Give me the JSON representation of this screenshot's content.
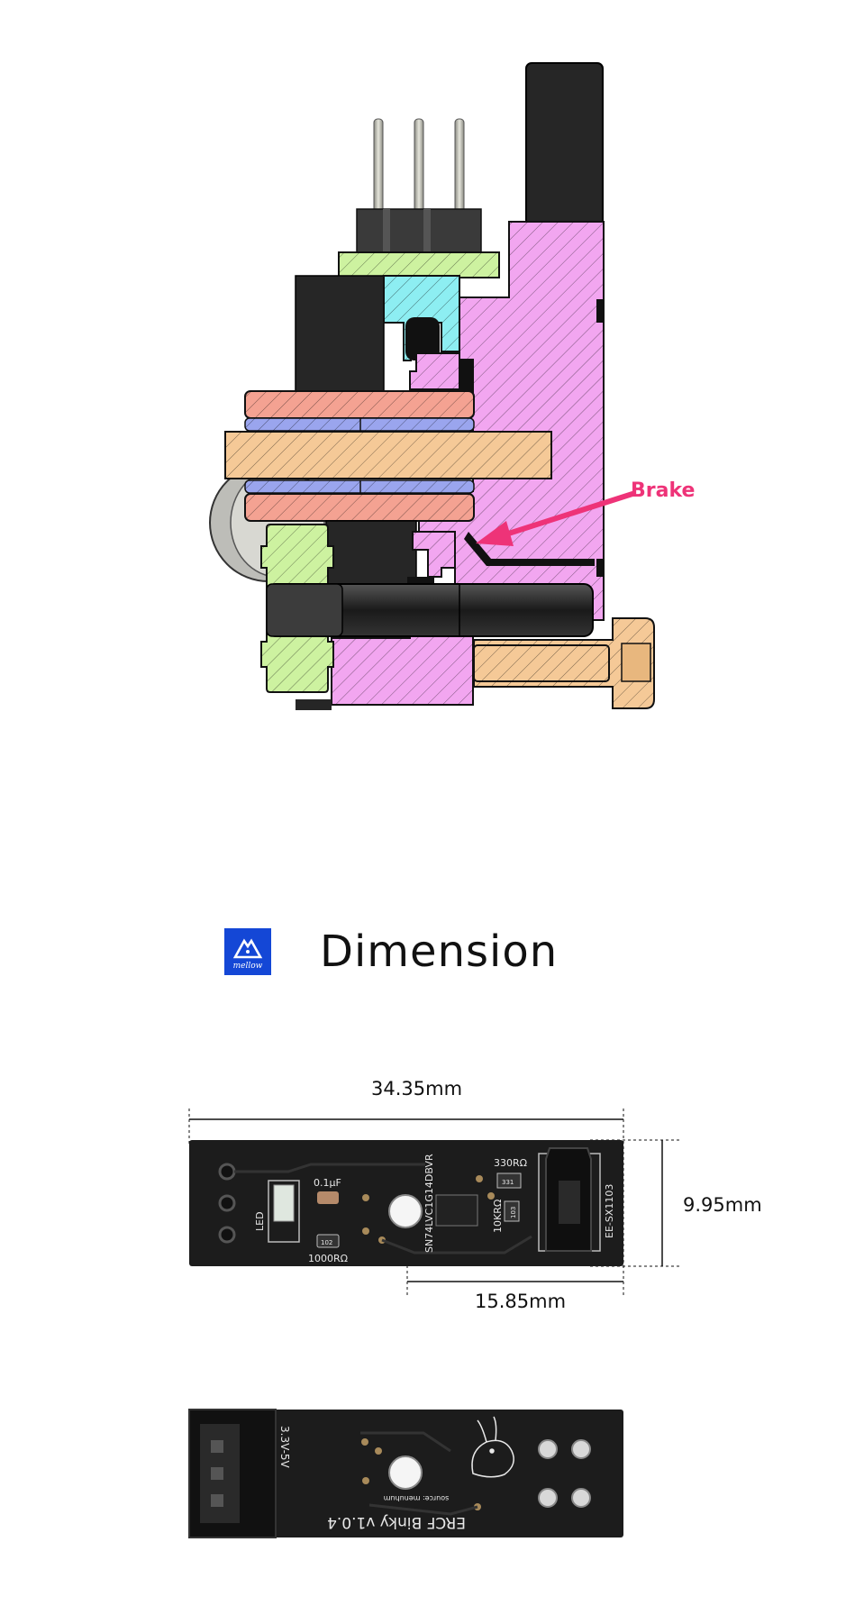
{
  "diagram": {
    "brake_label": "Brake",
    "colors": {
      "pink": "#f2a6f0",
      "salmon": "#f4a292",
      "blue": "#9aa5ee",
      "tan": "#f5c997",
      "green": "#cdf2a0",
      "cyan": "#8deef2",
      "dark": "#262626",
      "arrow": "#ee3378"
    }
  },
  "header": {
    "logo_icon": "mellow-logo-icon",
    "logo_text": "mellow",
    "title": "Dimension"
  },
  "dimensions": {
    "width": "34.35mm",
    "height": "9.95mm",
    "offset": "15.85mm"
  },
  "pcb_front": {
    "cap_label": "0.1µF",
    "led_label": "LED",
    "res_label": "1000RΩ",
    "chip_label": "SN74LVC1G14DBVR",
    "res2_label": "330RΩ",
    "res3_label": "10KRΩ",
    "sensor_label": "EE-SX1103",
    "res_code1": "102",
    "res_code2": "331",
    "res_code3": "103"
  },
  "pcb_back": {
    "voltage_label": "3.3V-5V",
    "name_label": "ERCF Binky v1.0.4",
    "source_label": "source: menuhum"
  }
}
